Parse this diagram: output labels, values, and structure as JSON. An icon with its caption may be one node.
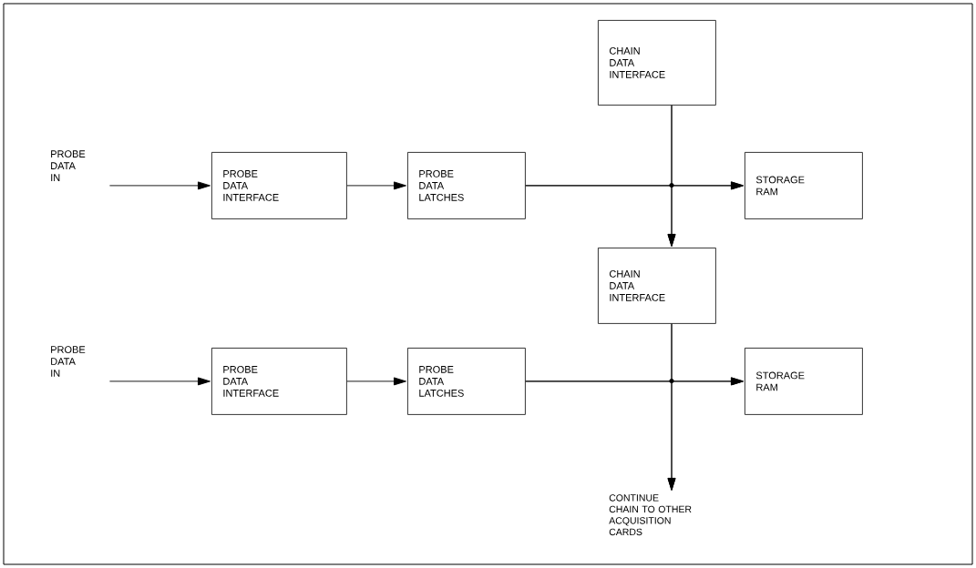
{
  "diagram": {
    "nodes": [
      {
        "text": [
          "PROBE DATA IN"
        ]
      },
      {
        "text": [
          "PROBE DATA INTERFACE"
        ]
      },
      {
        "text": [
          "PROBE DATA LATCHES"
        ]
      },
      {
        "text": [
          "CHAIN DATA INTERFACE"
        ]
      },
      {
        "text": [
          "STORAGE RAM"
        ]
      },
      {
        "text": [
          "CHAIN DATA INTERFACE"
        ]
      },
      {
        "text": [
          "PROBE DATA IN"
        ]
      },
      {
        "text": [
          "PROBE DATA INTERFACE"
        ]
      },
      {
        "text": [
          "PROBE DATA LATCHES"
        ]
      },
      {
        "text": [
          "STORAGE RAM"
        ]
      },
      {
        "text": [
          "CONTINUE CHAIN TO OTHER ACQUISITION CARDS"
        ]
      }
    ],
    "edges": [
      {
        "from": 0,
        "to": 1,
        "arrow": "to"
      },
      {
        "from": 1,
        "to": 2,
        "arrow": "to"
      },
      {
        "from": 2,
        "to": 4,
        "arrow": "to"
      },
      {
        "from": 2,
        "to": 5,
        "arrow": "to"
      },
      {
        "from": 3,
        "to": 4,
        "arrow": "to"
      },
      {
        "from": 3,
        "to": 5,
        "arrow": "to"
      },
      {
        "from": 6,
        "to": 7,
        "arrow": "to"
      },
      {
        "from": 7,
        "to": 8,
        "arrow": "to"
      },
      {
        "from": 8,
        "to": 9,
        "arrow": "to"
      },
      {
        "from": 8,
        "to": 10,
        "arrow": "to"
      },
      {
        "from": 5,
        "to": 9,
        "arrow": "to"
      },
      {
        "from": 5,
        "to": 10,
        "arrow": "to"
      }
    ]
  }
}
